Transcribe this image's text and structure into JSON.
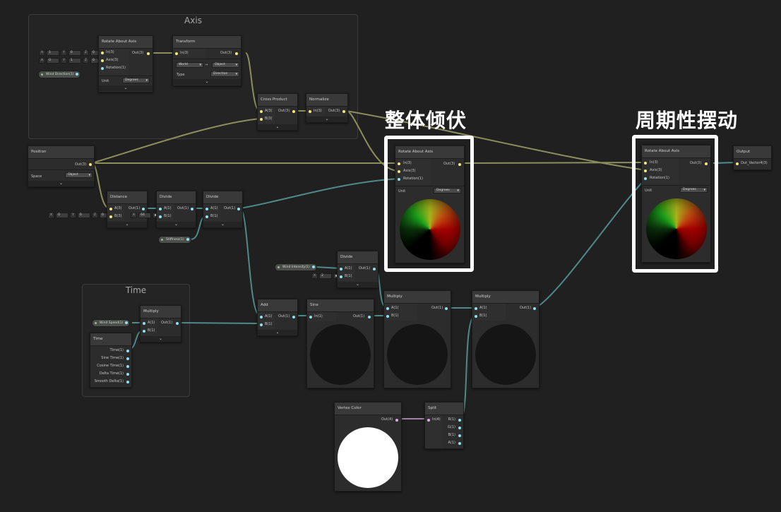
{
  "groups": {
    "axis": "Axis",
    "time": "Time"
  },
  "annotations": {
    "tilt": "整体倾伏",
    "sway": "周期性摆动"
  },
  "nodes": {
    "rotate1": {
      "title": "Rotate About Axis",
      "in": "In(3)",
      "axis": "Axis(3)",
      "rotation": "Rotation(1)",
      "out": "Out(3)",
      "unit_label": "Unit",
      "unit_value": "Degrees"
    },
    "transform": {
      "title": "Transform",
      "in": "In(3)",
      "out": "Out(3)",
      "from": "World",
      "to": "Object",
      "type_label": "Type",
      "type_value": "Direction"
    },
    "cross": {
      "title": "Cross Product",
      "a": "A(3)",
      "b": "B(3)",
      "out": "Out(3)"
    },
    "normalize": {
      "title": "Normalize",
      "in": "In(3)",
      "out": "Out(3)"
    },
    "position": {
      "title": "Position",
      "out": "Out(3)",
      "space_label": "Space",
      "space_value": "Object"
    },
    "distance": {
      "title": "Distance",
      "a": "A(3)",
      "b": "B(3)",
      "out": "Out(1)"
    },
    "divide1": {
      "title": "Divide",
      "a": "A(1)",
      "b": "B(1)",
      "out": "Out(1)"
    },
    "divide2": {
      "title": "Divide",
      "a": "A(1)",
      "b": "B(1)",
      "out": "Out(1)"
    },
    "rotate2": {
      "title": "Rotate About Axis",
      "in": "In(3)",
      "axis": "Axis(3)",
      "rotation": "Rotation(1)",
      "out": "Out(3)",
      "unit_label": "Unit",
      "unit_value": "Degrees"
    },
    "rotate3": {
      "title": "Rotate About Axis",
      "in": "In(3)",
      "axis": "Axis(3)",
      "rotation": "Rotation(1)",
      "out": "Out(3)",
      "unit_label": "Unit",
      "unit_value": "Degrees"
    },
    "output": {
      "title": "Output",
      "in": "Out_Vector4(3)"
    },
    "divide3": {
      "title": "Divide",
      "a": "A(1)",
      "b": "B(1)",
      "out": "Out(1)"
    },
    "multiply1": {
      "title": "Multiply",
      "a": "A(1)",
      "b": "B(1)",
      "out": "Out(1)"
    },
    "time": {
      "title": "Time",
      "outs": [
        "Time(1)",
        "Sine Time(1)",
        "Cosine Time(1)",
        "Delta Time(1)",
        "Smooth Delta(1)"
      ]
    },
    "add": {
      "title": "Add",
      "a": "A(1)",
      "b": "B(1)",
      "out": "Out(1)"
    },
    "sine": {
      "title": "Sine",
      "in": "In(1)",
      "out": "Out(1)"
    },
    "multiply2": {
      "title": "Multiply",
      "a": "A(1)",
      "b": "B(1)",
      "out": "Out(1)"
    },
    "multiply3": {
      "title": "Multiply",
      "a": "A(1)",
      "b": "B(1)",
      "out": "Out(1)"
    },
    "vertexcolor": {
      "title": "Vertex Color",
      "out": "Out(4)"
    },
    "split": {
      "title": "Split",
      "in": "In(4)",
      "outs": [
        "R(1)",
        "G(1)",
        "B(1)",
        "A(1)"
      ]
    }
  },
  "properties": {
    "wind_direction": "Wind Direction(1)",
    "stiffness": "Stiffness(1)",
    "wind_intensity": "Wind Intensity(1)",
    "wind_speed": "Wind Speed(1)"
  },
  "inline_inputs": {
    "rot_in": {
      "x_l": "X",
      "x": "1",
      "y_l": "Y",
      "y": "0",
      "z_l": "Z",
      "z": "0"
    },
    "rot_axis": {
      "x_l": "X",
      "x": "0",
      "y_l": "Y",
      "y": "1",
      "z_l": "Z",
      "z": "0"
    },
    "dist_b": {
      "x_l": "X",
      "x": "0",
      "y_l": "Y",
      "y": "0",
      "z_l": "Z",
      "z": "0"
    },
    "div1_b": {
      "x_l": "X",
      "x": "64"
    },
    "div3_b": {
      "x_l": "X",
      "x": "2"
    }
  },
  "colors": {
    "wire_vector3": "#8c8f5c",
    "wire_vector1": "#4e8a88",
    "wire_vector4": "#a07fa8",
    "highlight": "#ffffff"
  }
}
